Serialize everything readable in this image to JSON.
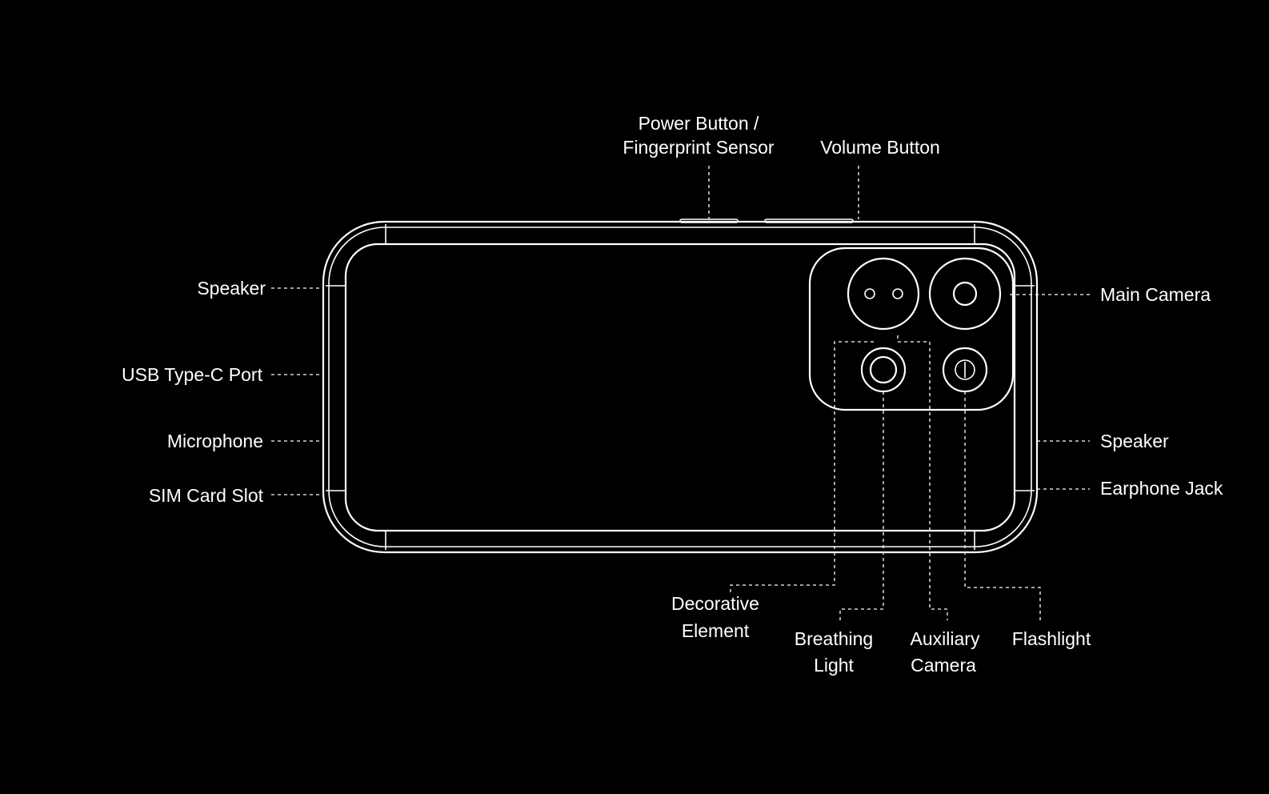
{
  "colors": {
    "background": "#000000",
    "lines": "#ffffff",
    "text": "#ffffff"
  },
  "labels": {
    "power_button_line1": "Power Button /",
    "power_button_line2": "Fingerprint Sensor",
    "volume_button": "Volume Button",
    "speaker_left": "Speaker",
    "usb_port": "USB Type-C Port",
    "microphone": "Microphone",
    "sim_slot": "SIM Card Slot",
    "main_camera": "Main Camera",
    "speaker_right": "Speaker",
    "earphone_jack": "Earphone Jack",
    "decorative_line1": "Decorative",
    "decorative_line2": "Element",
    "breathing_line1": "Breathing",
    "breathing_line2": "Light",
    "auxiliary_line1": "Auxiliary",
    "auxiliary_line2": "Camera",
    "flashlight": "Flashlight"
  }
}
